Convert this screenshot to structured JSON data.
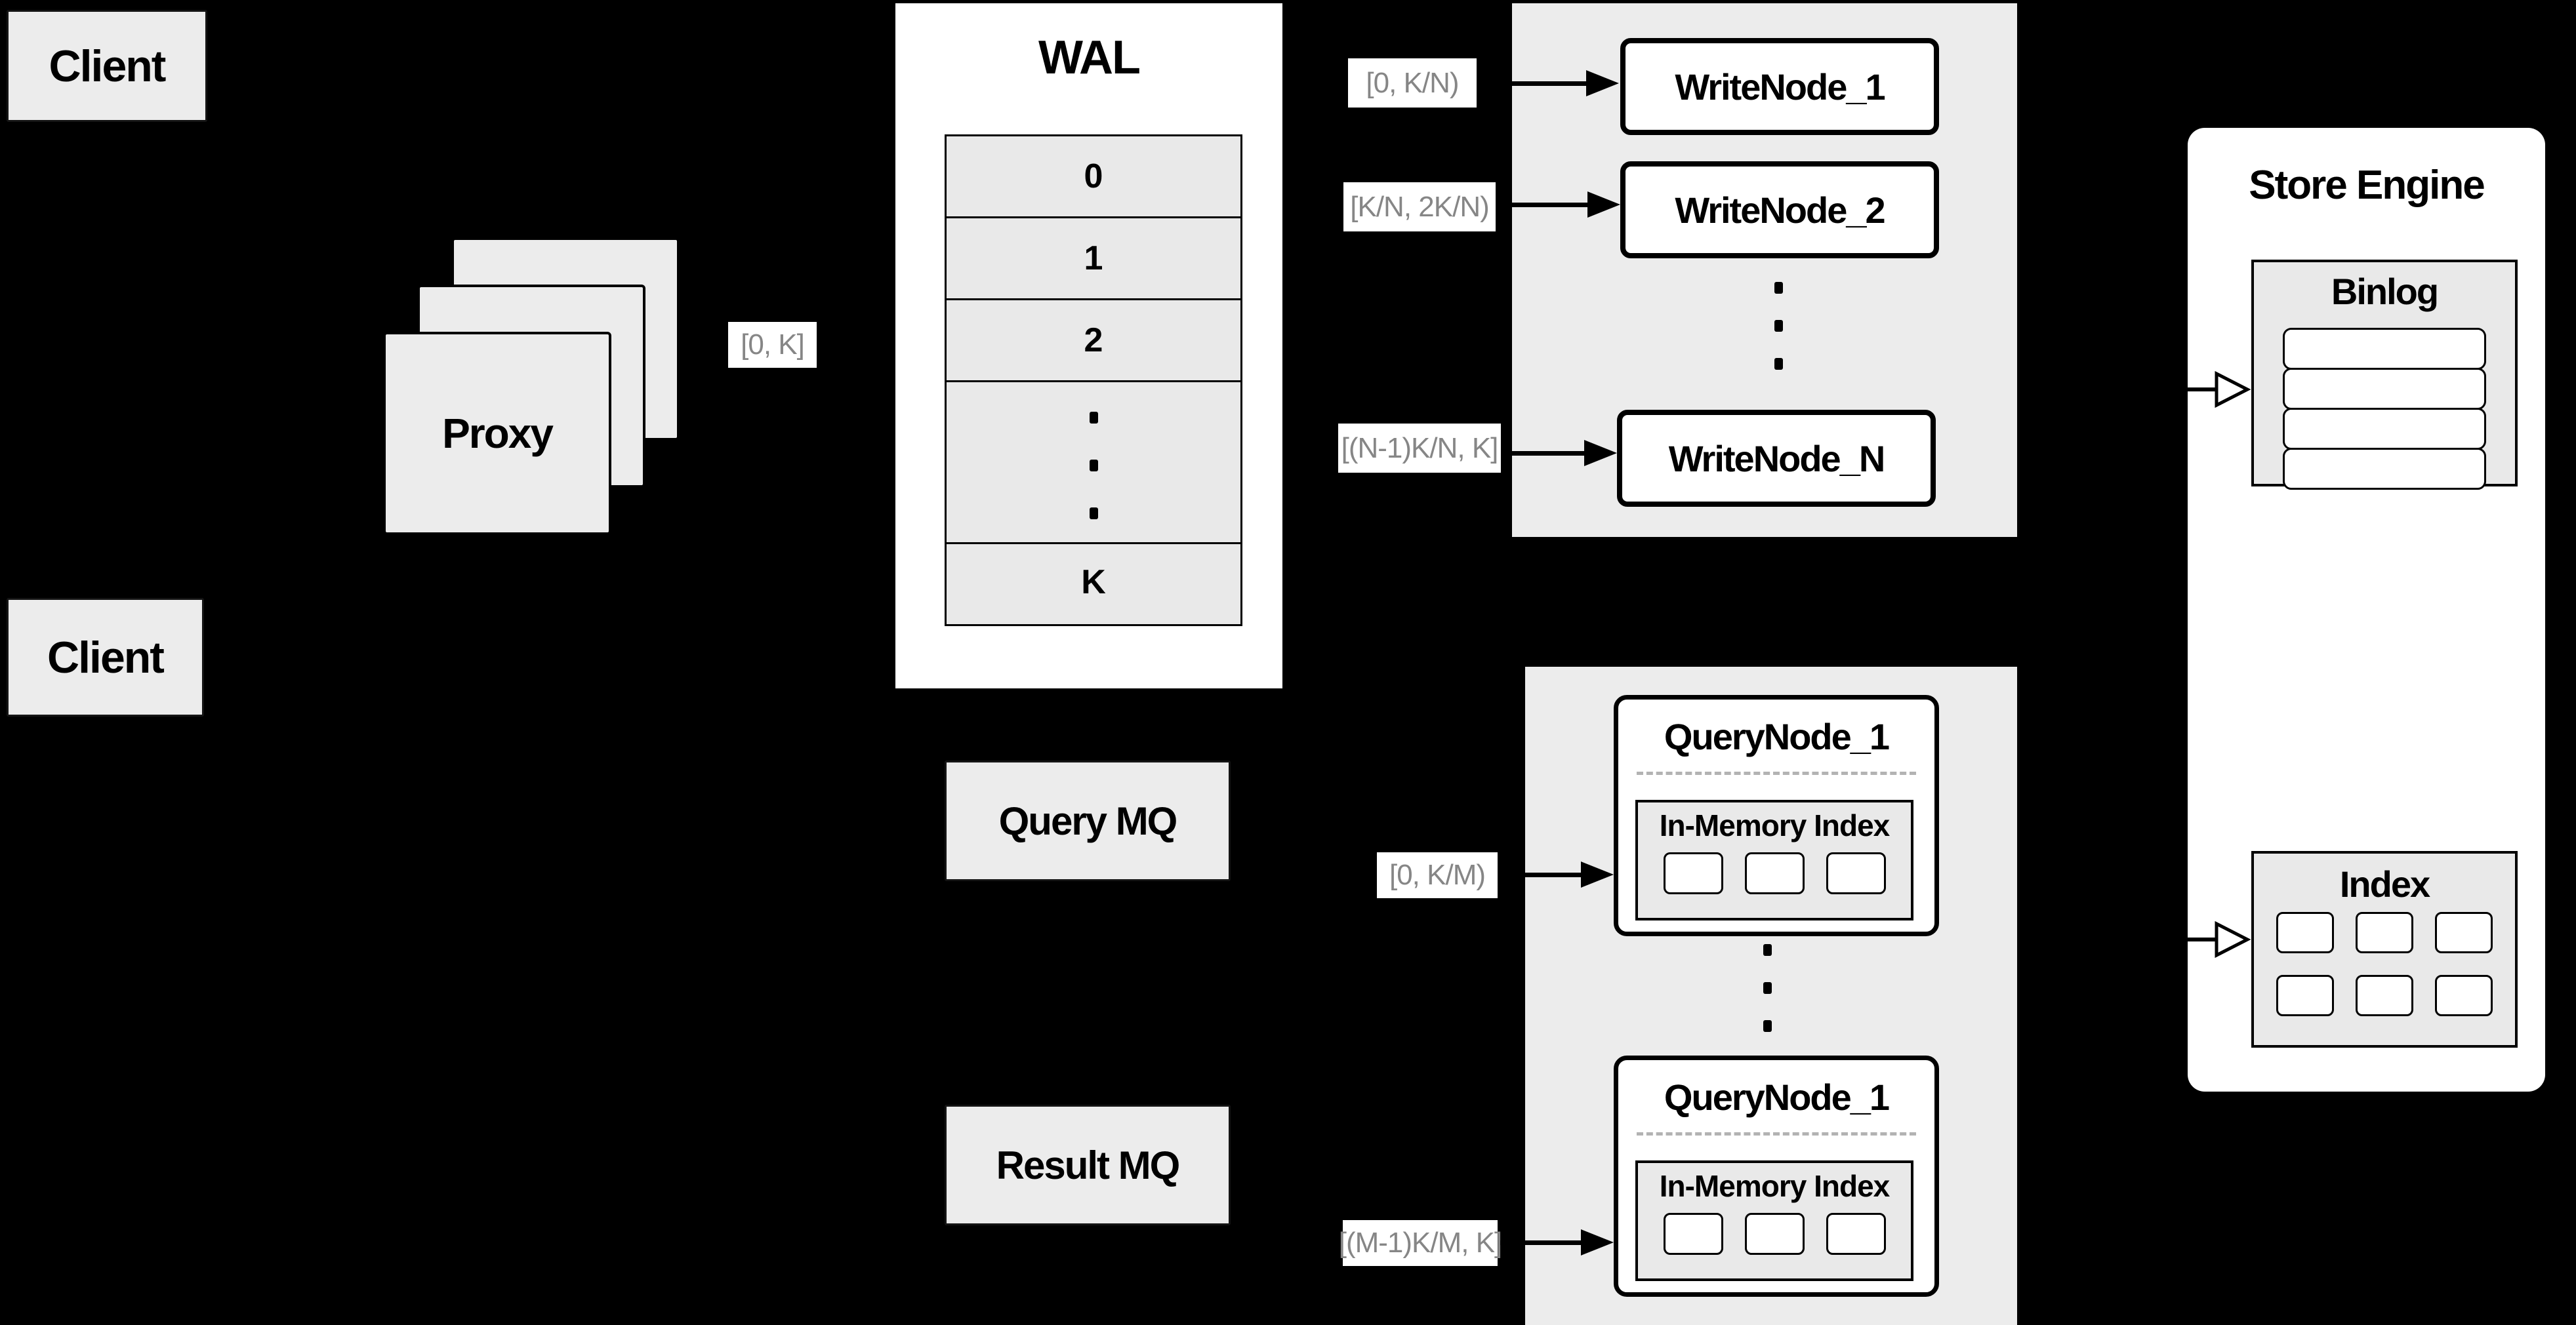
{
  "colors": {
    "background": "#000000",
    "panel_gray": "#ececec",
    "inner_gray": "#e9e9e9",
    "node_white": "#ffffff",
    "line_black": "#000000",
    "chip_text": "#868686",
    "dash_gray": "#b3b3b3"
  },
  "nodes": {
    "client_top": "Client",
    "client_bottom": "Client",
    "proxy": "Proxy",
    "wal": {
      "title": "WAL",
      "slots": [
        "0",
        "1",
        "2",
        "K"
      ]
    },
    "write_nodes": [
      "WriteNode_1",
      "WriteNode_2",
      "WriteNode_N"
    ],
    "store_engine": {
      "title": "Store Engine",
      "binlog": "Binlog",
      "index": "Index"
    },
    "query_mq": "Query MQ",
    "result_mq": "Result MQ",
    "query_nodes": [
      {
        "title": "QueryNode_1",
        "subtitle": "In-Memory Index"
      },
      {
        "title": "QueryNode_1",
        "subtitle": "In-Memory Index"
      }
    ]
  },
  "edge_labels": {
    "proxy_to_wal": "[0, K]",
    "wal_to_write": [
      "[0, K/N)",
      "[K/N, 2K/N)",
      "[(N-1)K/N, K]"
    ],
    "query_to_nodes": [
      "[0, K/M)",
      "[(M-1)K/M, K]"
    ]
  }
}
